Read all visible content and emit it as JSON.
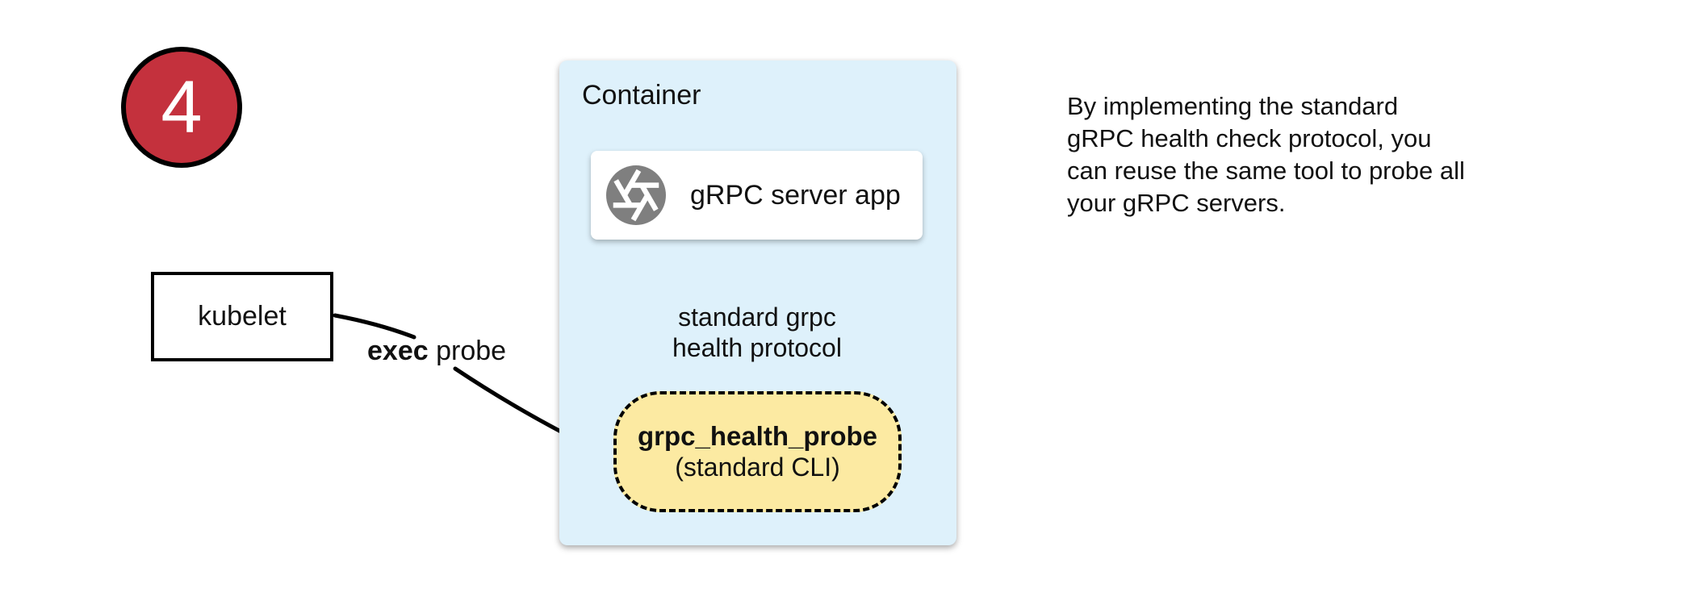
{
  "badge": {
    "number": "4"
  },
  "kubelet": {
    "label": "kubelet"
  },
  "container": {
    "label": "Container",
    "server": {
      "label": "gRPC server app",
      "icon": "aperture-icon"
    },
    "probe": {
      "title": "grpc_health_probe",
      "subtitle": "(standard CLI)"
    }
  },
  "arrows": {
    "protocol_label_lines": [
      "standard grpc",
      "health protocol"
    ],
    "exec_label_bold": "exec",
    "exec_label_rest": " probe"
  },
  "side_note": {
    "lines": [
      "By implementing the standard",
      "gRPC health check protocol, you",
      "can reuse the same tool to probe all",
      "your gRPC servers."
    ]
  },
  "colors": {
    "badge-red": "#c4313d",
    "container-blue": "#def1fb",
    "probe-yellow": "#fceaa2",
    "icon-gray": "#7f7f7f",
    "arrow-black": "#000000"
  }
}
